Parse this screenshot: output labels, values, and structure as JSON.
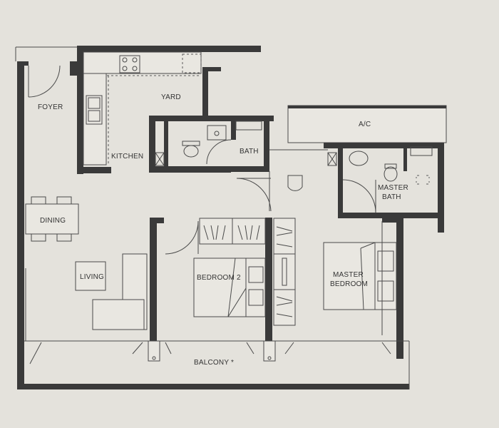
{
  "rooms": {
    "foyer": "FOYER",
    "kitchen": "KITCHEN",
    "yard": "YARD",
    "bath": "BATH",
    "ac": "A/C",
    "master_bath_1": "MASTER",
    "master_bath_2": "BATH",
    "dining": "DINING",
    "living": "LIVING",
    "bedroom2": "BEDROOM 2",
    "master_bedroom_1": "MASTER",
    "master_bedroom_2": "BEDROOM",
    "balcony": "BALCONY *"
  }
}
